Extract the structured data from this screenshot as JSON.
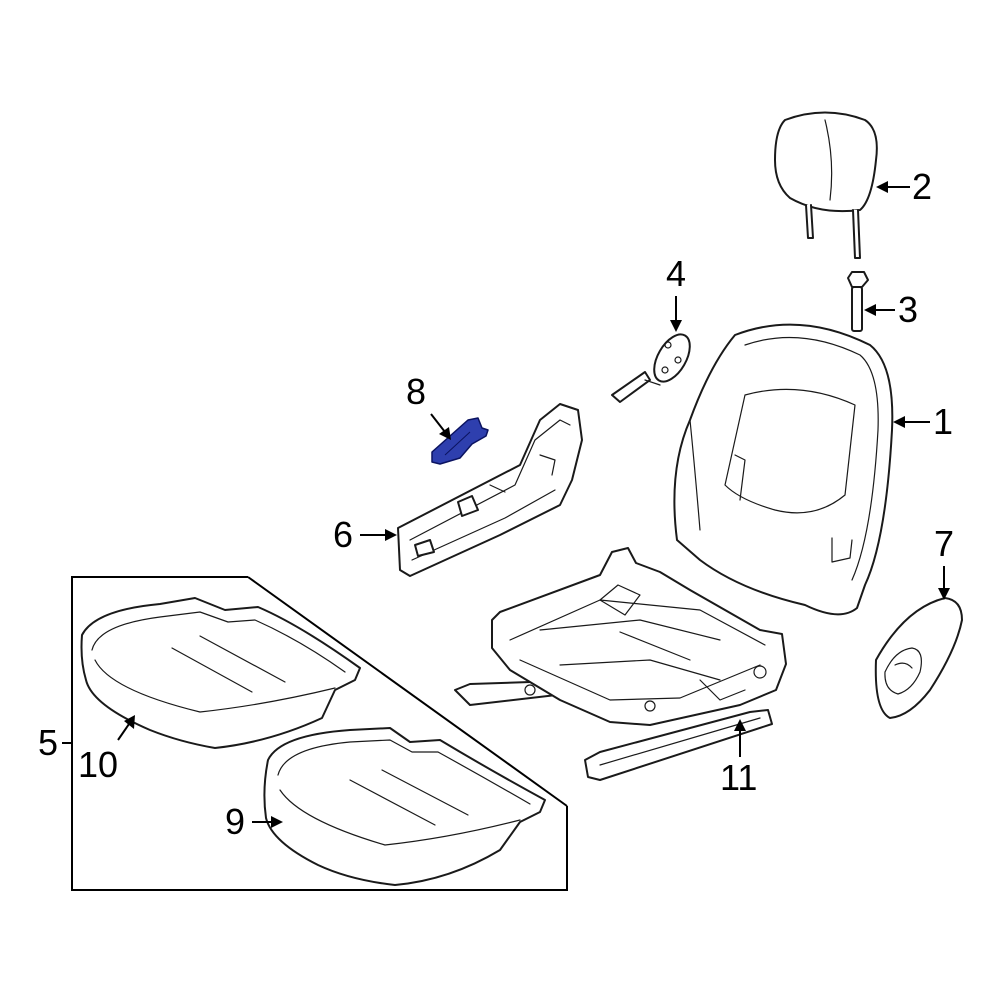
{
  "callouts": {
    "c1": "1",
    "c2": "2",
    "c3": "3",
    "c4": "4",
    "c5": "5",
    "c6": "6",
    "c7": "7",
    "c8": "8",
    "c9": "9",
    "c10": "10",
    "c11": "11"
  },
  "colors": {
    "line": "#1a1a1a",
    "highlight_fill": "#2e3fae",
    "highlight_stroke": "#0b1360",
    "background": "#ffffff"
  }
}
